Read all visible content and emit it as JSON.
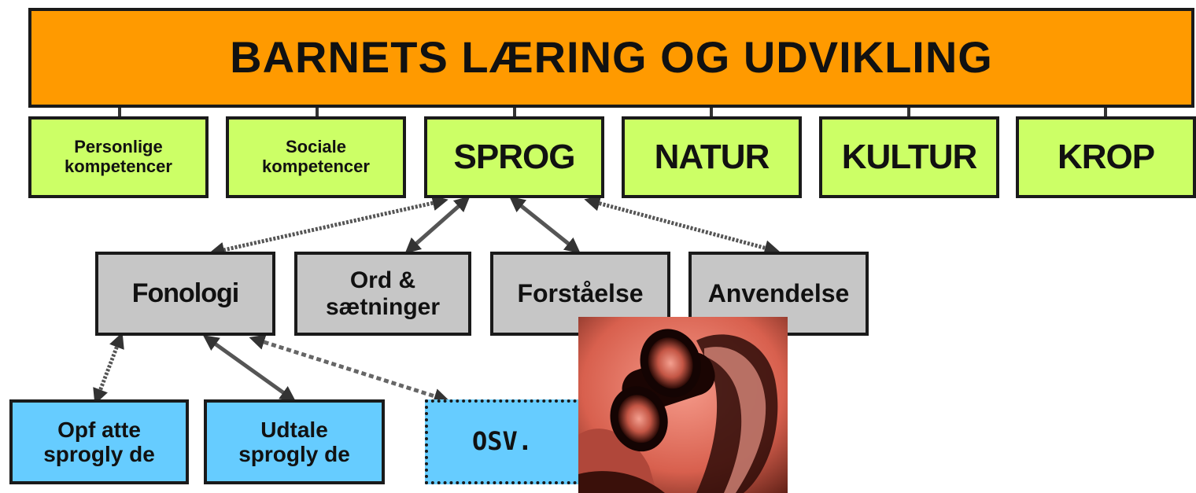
{
  "title": "BARNETS  LÆRING  OG UDVIKLING",
  "domains": [
    {
      "id": "personlige",
      "label": "Personlige\nkompetencer"
    },
    {
      "id": "sociale",
      "label": "Sociale\nkompetencer"
    },
    {
      "id": "sprog",
      "label": "SPROG"
    },
    {
      "id": "natur",
      "label": "NATUR"
    },
    {
      "id": "kultur",
      "label": "KULTUR"
    },
    {
      "id": "krop",
      "label": "KROP"
    }
  ],
  "sprog_children": [
    {
      "id": "fonologi",
      "label": "Fonologi"
    },
    {
      "id": "ord",
      "label": "Ord &\nsætninger"
    },
    {
      "id": "forstaaelse",
      "label": "Forståelse"
    },
    {
      "id": "anvendelse",
      "label": "Anvendelse"
    }
  ],
  "fonologi_children": [
    {
      "id": "opfatte",
      "label": "Opf atte\nsprogly de"
    },
    {
      "id": "udtale",
      "label": "Udtale\nsprogly de"
    },
    {
      "id": "osv",
      "label": "OSV."
    }
  ],
  "colors": {
    "top": "#ff9a00",
    "domain": "#ccff66",
    "subdomain": "#c6c6c6",
    "leaf": "#66ccff"
  },
  "photo": {
    "icon": "binoculars-photo-icon"
  }
}
